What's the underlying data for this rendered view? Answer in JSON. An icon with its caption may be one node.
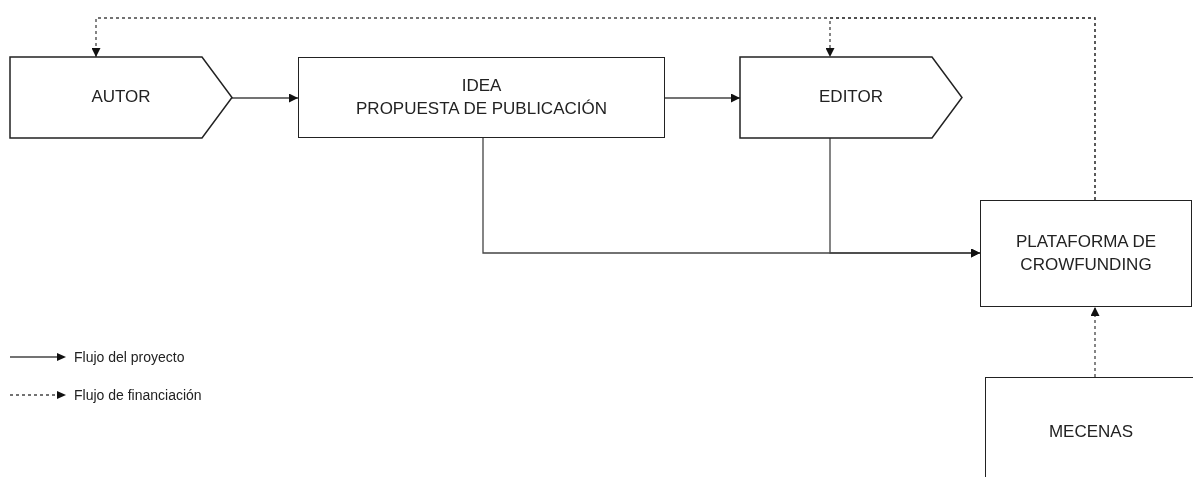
{
  "diagram": {
    "nodes": [
      {
        "text": [
          "AUTOR"
        ]
      },
      {
        "text": [
          "IDEA",
          "PROPUESTA DE PUBLICACIÓN"
        ]
      },
      {
        "text": [
          "EDITOR"
        ]
      },
      {
        "text": [
          "PLATAFORMA DE CROWFUNDING"
        ]
      },
      {
        "text": [
          "MECENAS"
        ]
      }
    ],
    "edges": [
      {
        "from": 0,
        "to": 1,
        "arrow": "to"
      },
      {
        "from": 1,
        "to": 2,
        "arrow": "to"
      },
      {
        "from": 1,
        "to": 3,
        "arrow": "to"
      },
      {
        "from": 2,
        "to": 3,
        "arrow": "to"
      },
      {
        "from": 4,
        "to": 3,
        "arrow": "to",
        "style": "dashed"
      },
      {
        "from": 3,
        "to": 0,
        "arrow": "to",
        "style": "dashed"
      },
      {
        "from": 3,
        "to": 2,
        "arrow": "to",
        "style": "dashed"
      }
    ],
    "legend": [
      {
        "text": "Flujo del proyecto"
      },
      {
        "text": "Flujo de financiación"
      }
    ]
  }
}
